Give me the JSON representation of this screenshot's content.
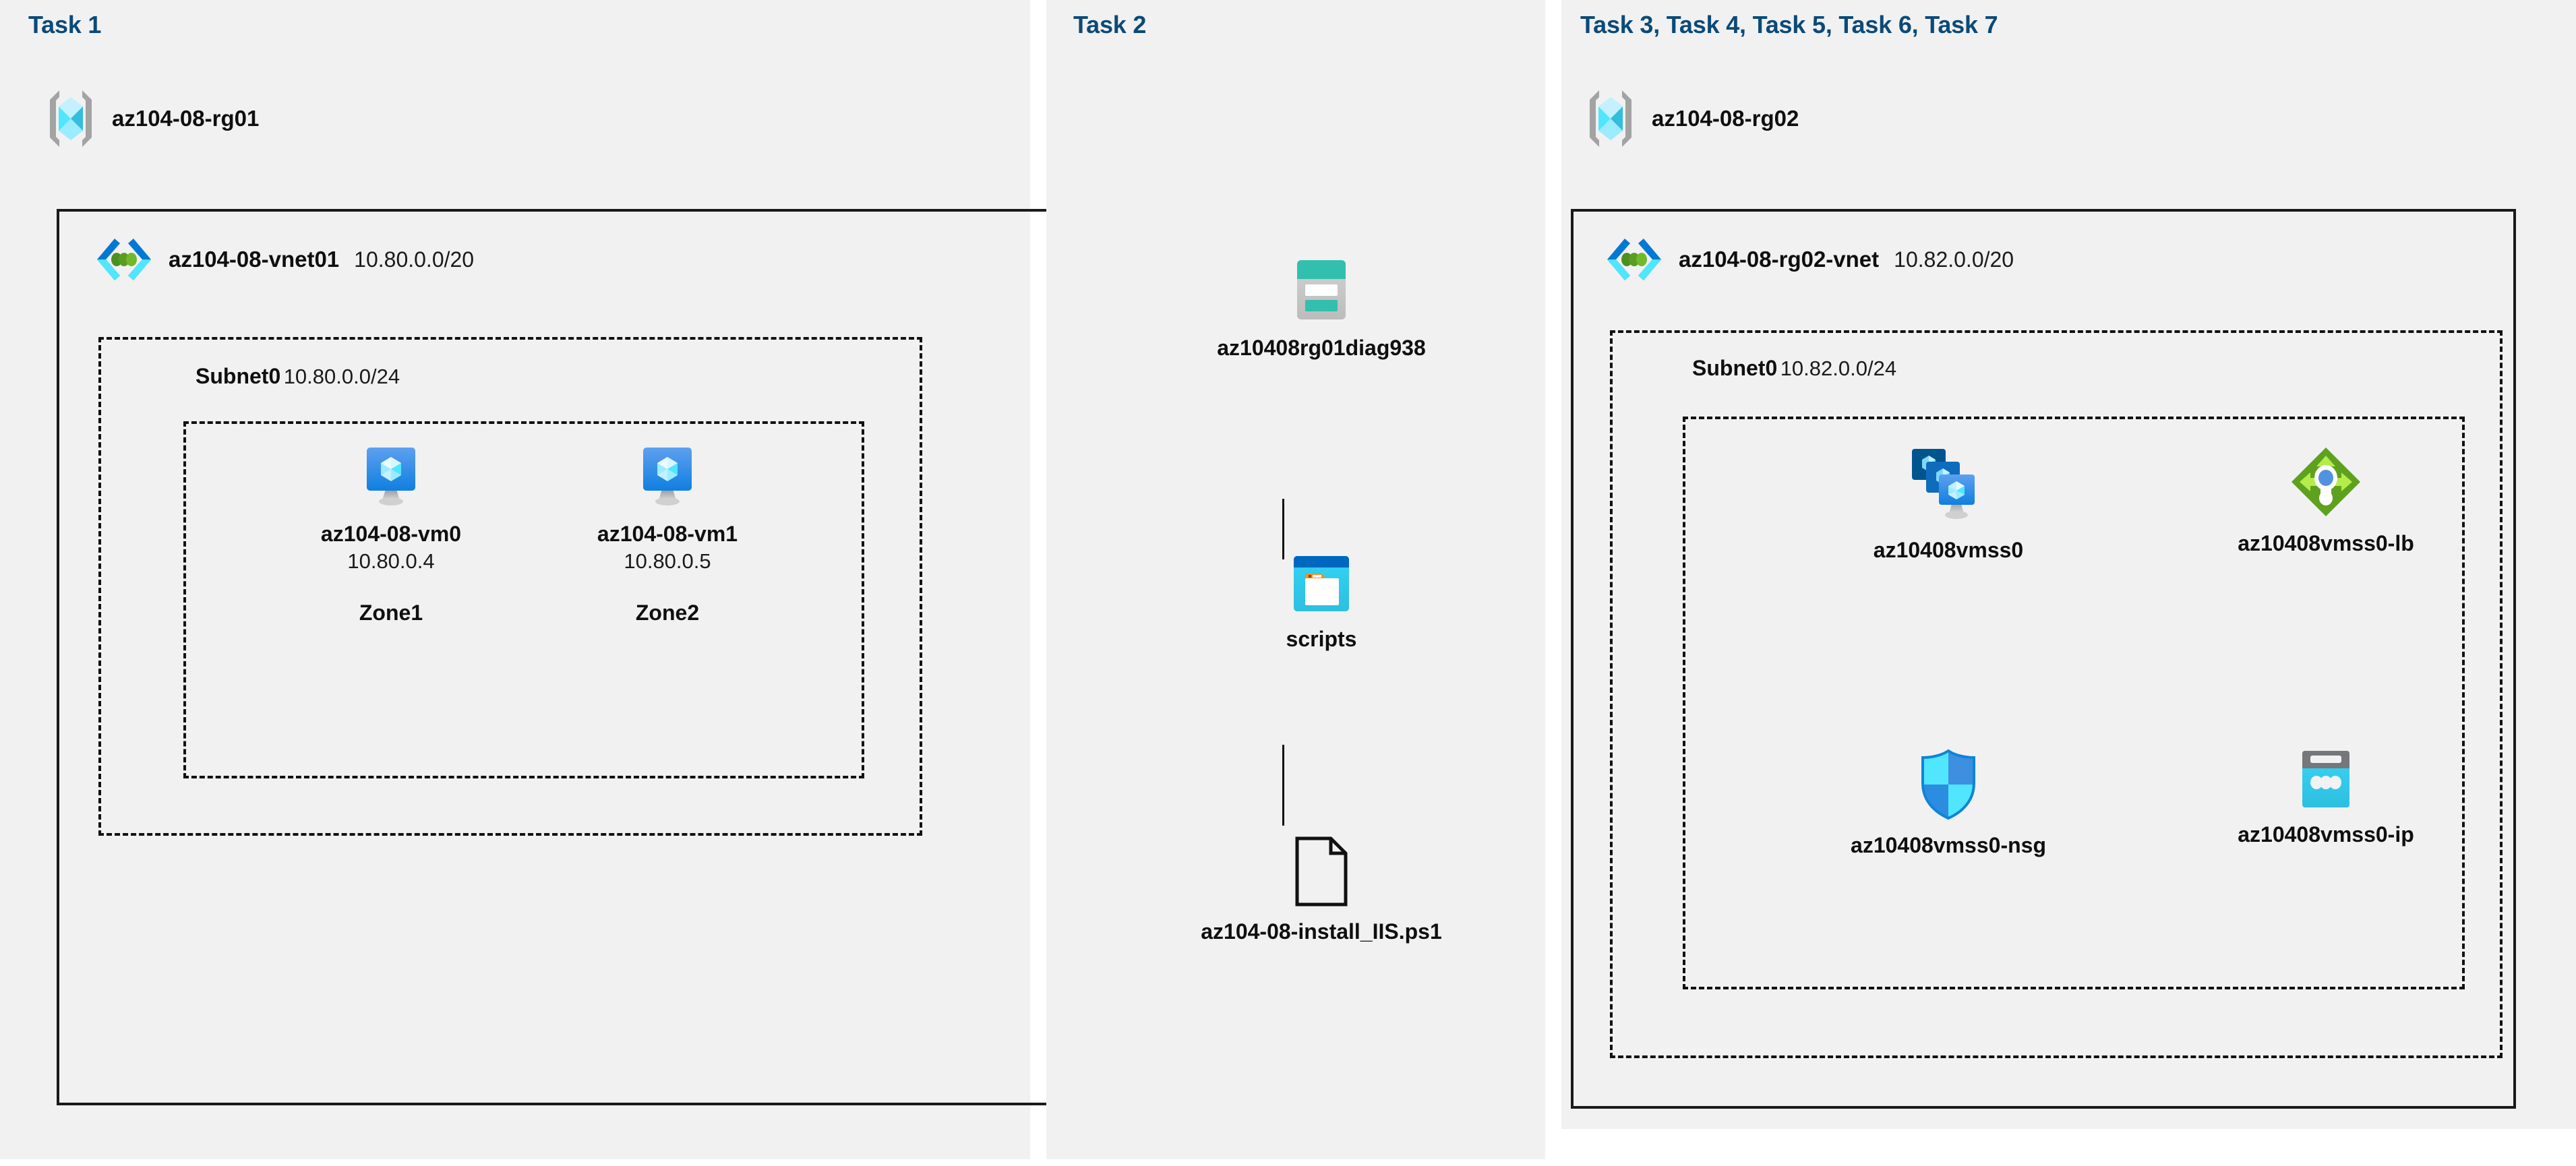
{
  "panels": [
    {
      "id": "task1",
      "heading": "Task 1"
    },
    {
      "id": "task2",
      "heading": "Task 2"
    },
    {
      "id": "task3",
      "heading": "Task 3, Task 4, Task 5, Task 6, Task 7"
    }
  ],
  "task1": {
    "resource_group": {
      "name": "az104-08-rg01",
      "icon": "resource-group-icon"
    },
    "vnet": {
      "name": "az104-08-vnet01",
      "cidr": "10.80.0.0/20",
      "icon": "virtual-network-icon"
    },
    "subnet": {
      "name": "Subnet0",
      "cidr": "10.80.0.0/24"
    },
    "vms": [
      {
        "name": "az104-08-vm0",
        "ip": "10.80.0.4",
        "zone": "Zone1",
        "icon": "virtual-machine-icon"
      },
      {
        "name": "az104-08-vm1",
        "ip": "10.80.0.5",
        "zone": "Zone2",
        "icon": "virtual-machine-icon"
      }
    ]
  },
  "task2": {
    "storage_account": {
      "name": "az10408rg01diag938",
      "icon": "storage-account-icon"
    },
    "container": {
      "name": "scripts",
      "icon": "blob-container-icon"
    },
    "file": {
      "name": "az104-08-install_IIS.ps1",
      "icon": "file-icon"
    }
  },
  "task3": {
    "resource_group": {
      "name": "az104-08-rg02",
      "icon": "resource-group-icon"
    },
    "vnet": {
      "name": "az104-08-rg02-vnet",
      "cidr": "10.82.0.0/20",
      "icon": "virtual-network-icon"
    },
    "subnet": {
      "name": "Subnet0",
      "cidr": "10.82.0.0/24"
    },
    "resources": [
      {
        "name": "az10408vmss0",
        "icon": "vm-scale-set-icon"
      },
      {
        "name": "az10408vmss0-lb",
        "icon": "load-balancer-icon"
      },
      {
        "name": "az10408vmss0-nsg",
        "icon": "network-security-group-icon"
      },
      {
        "name": "az10408vmss0-ip",
        "icon": "public-ip-address-icon"
      }
    ]
  },
  "colors": {
    "panel_background": "#f1f1f1",
    "page_background": "#ffffff",
    "heading": "#0b4a78",
    "border": "#1a1a1a",
    "azure_blue": "#0078d4",
    "azure_cyan": "#50e6ff",
    "storage_teal": "#32bfae",
    "load_balancer_green": "#67a21a",
    "accent_orange": "#f78d1e"
  }
}
